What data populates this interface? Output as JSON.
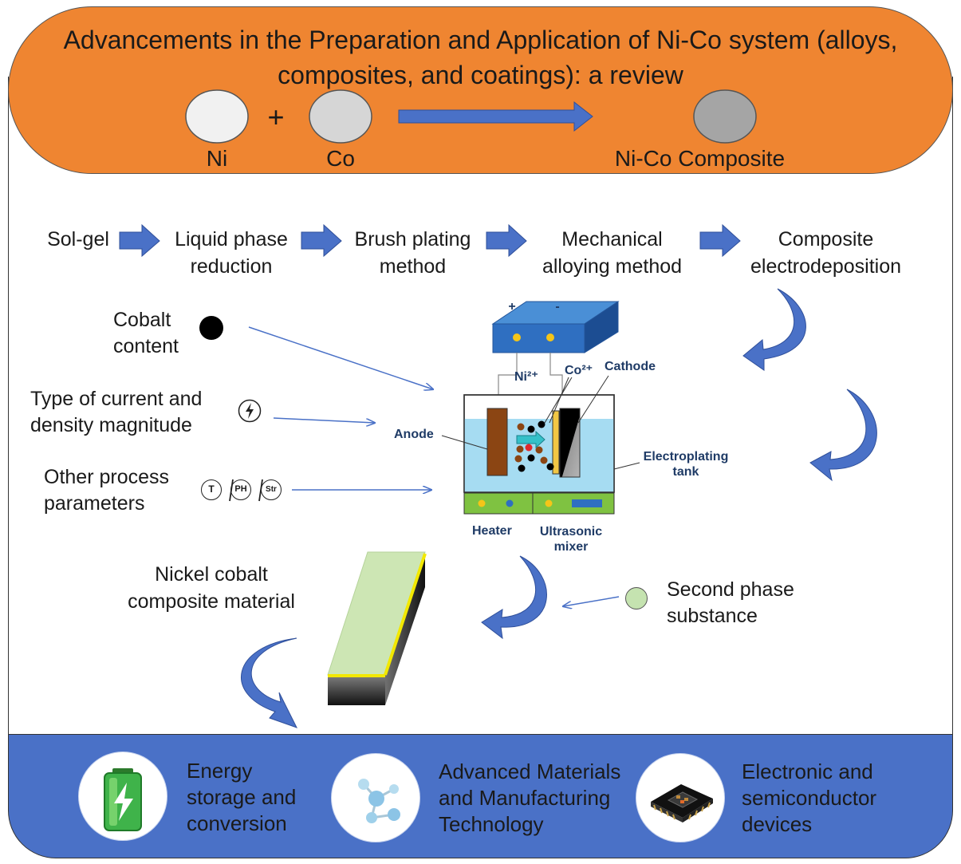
{
  "title": "Advancements in the Preparation and Application of Ni-Co system (alloys, composites, and coatings): a review",
  "elements": {
    "ni": "Ni",
    "plus": "+",
    "co": "Co",
    "composite": "Ni-Co Composite"
  },
  "methods": [
    "Sol-gel",
    "Liquid phase reduction",
    "Brush plating method",
    "Mechanical alloying method",
    "Composite electrodeposition"
  ],
  "factors": {
    "cobalt": "Cobalt content",
    "current": "Type of current and density magnitude",
    "other": "Other process parameters",
    "params": [
      "T",
      "PH",
      "Str"
    ]
  },
  "apparatus": {
    "anode": "Anode",
    "cathode": "Cathode",
    "ni_ion": "Ni²⁺",
    "co_ion": "Co²⁺",
    "tank": "Electroplating tank",
    "heater": "Heater",
    "mixer": "Ultrasonic mixer",
    "plus": "+",
    "minus": "-"
  },
  "product": "Nickel cobalt composite material",
  "second_phase": "Second phase substance",
  "applications": [
    {
      "label": "Energy storage and conversion",
      "icon": "battery-icon"
    },
    {
      "label": "Advanced Materials and Manufacturing Technology",
      "icon": "molecule-icon"
    },
    {
      "label": "Electronic and semiconductor devices",
      "icon": "chip-icon"
    }
  ],
  "colors": {
    "banner": "#ef8531",
    "footer": "#4a71c7",
    "arrow": "#4a71c7",
    "electrolyte": "#a6dcf2"
  }
}
